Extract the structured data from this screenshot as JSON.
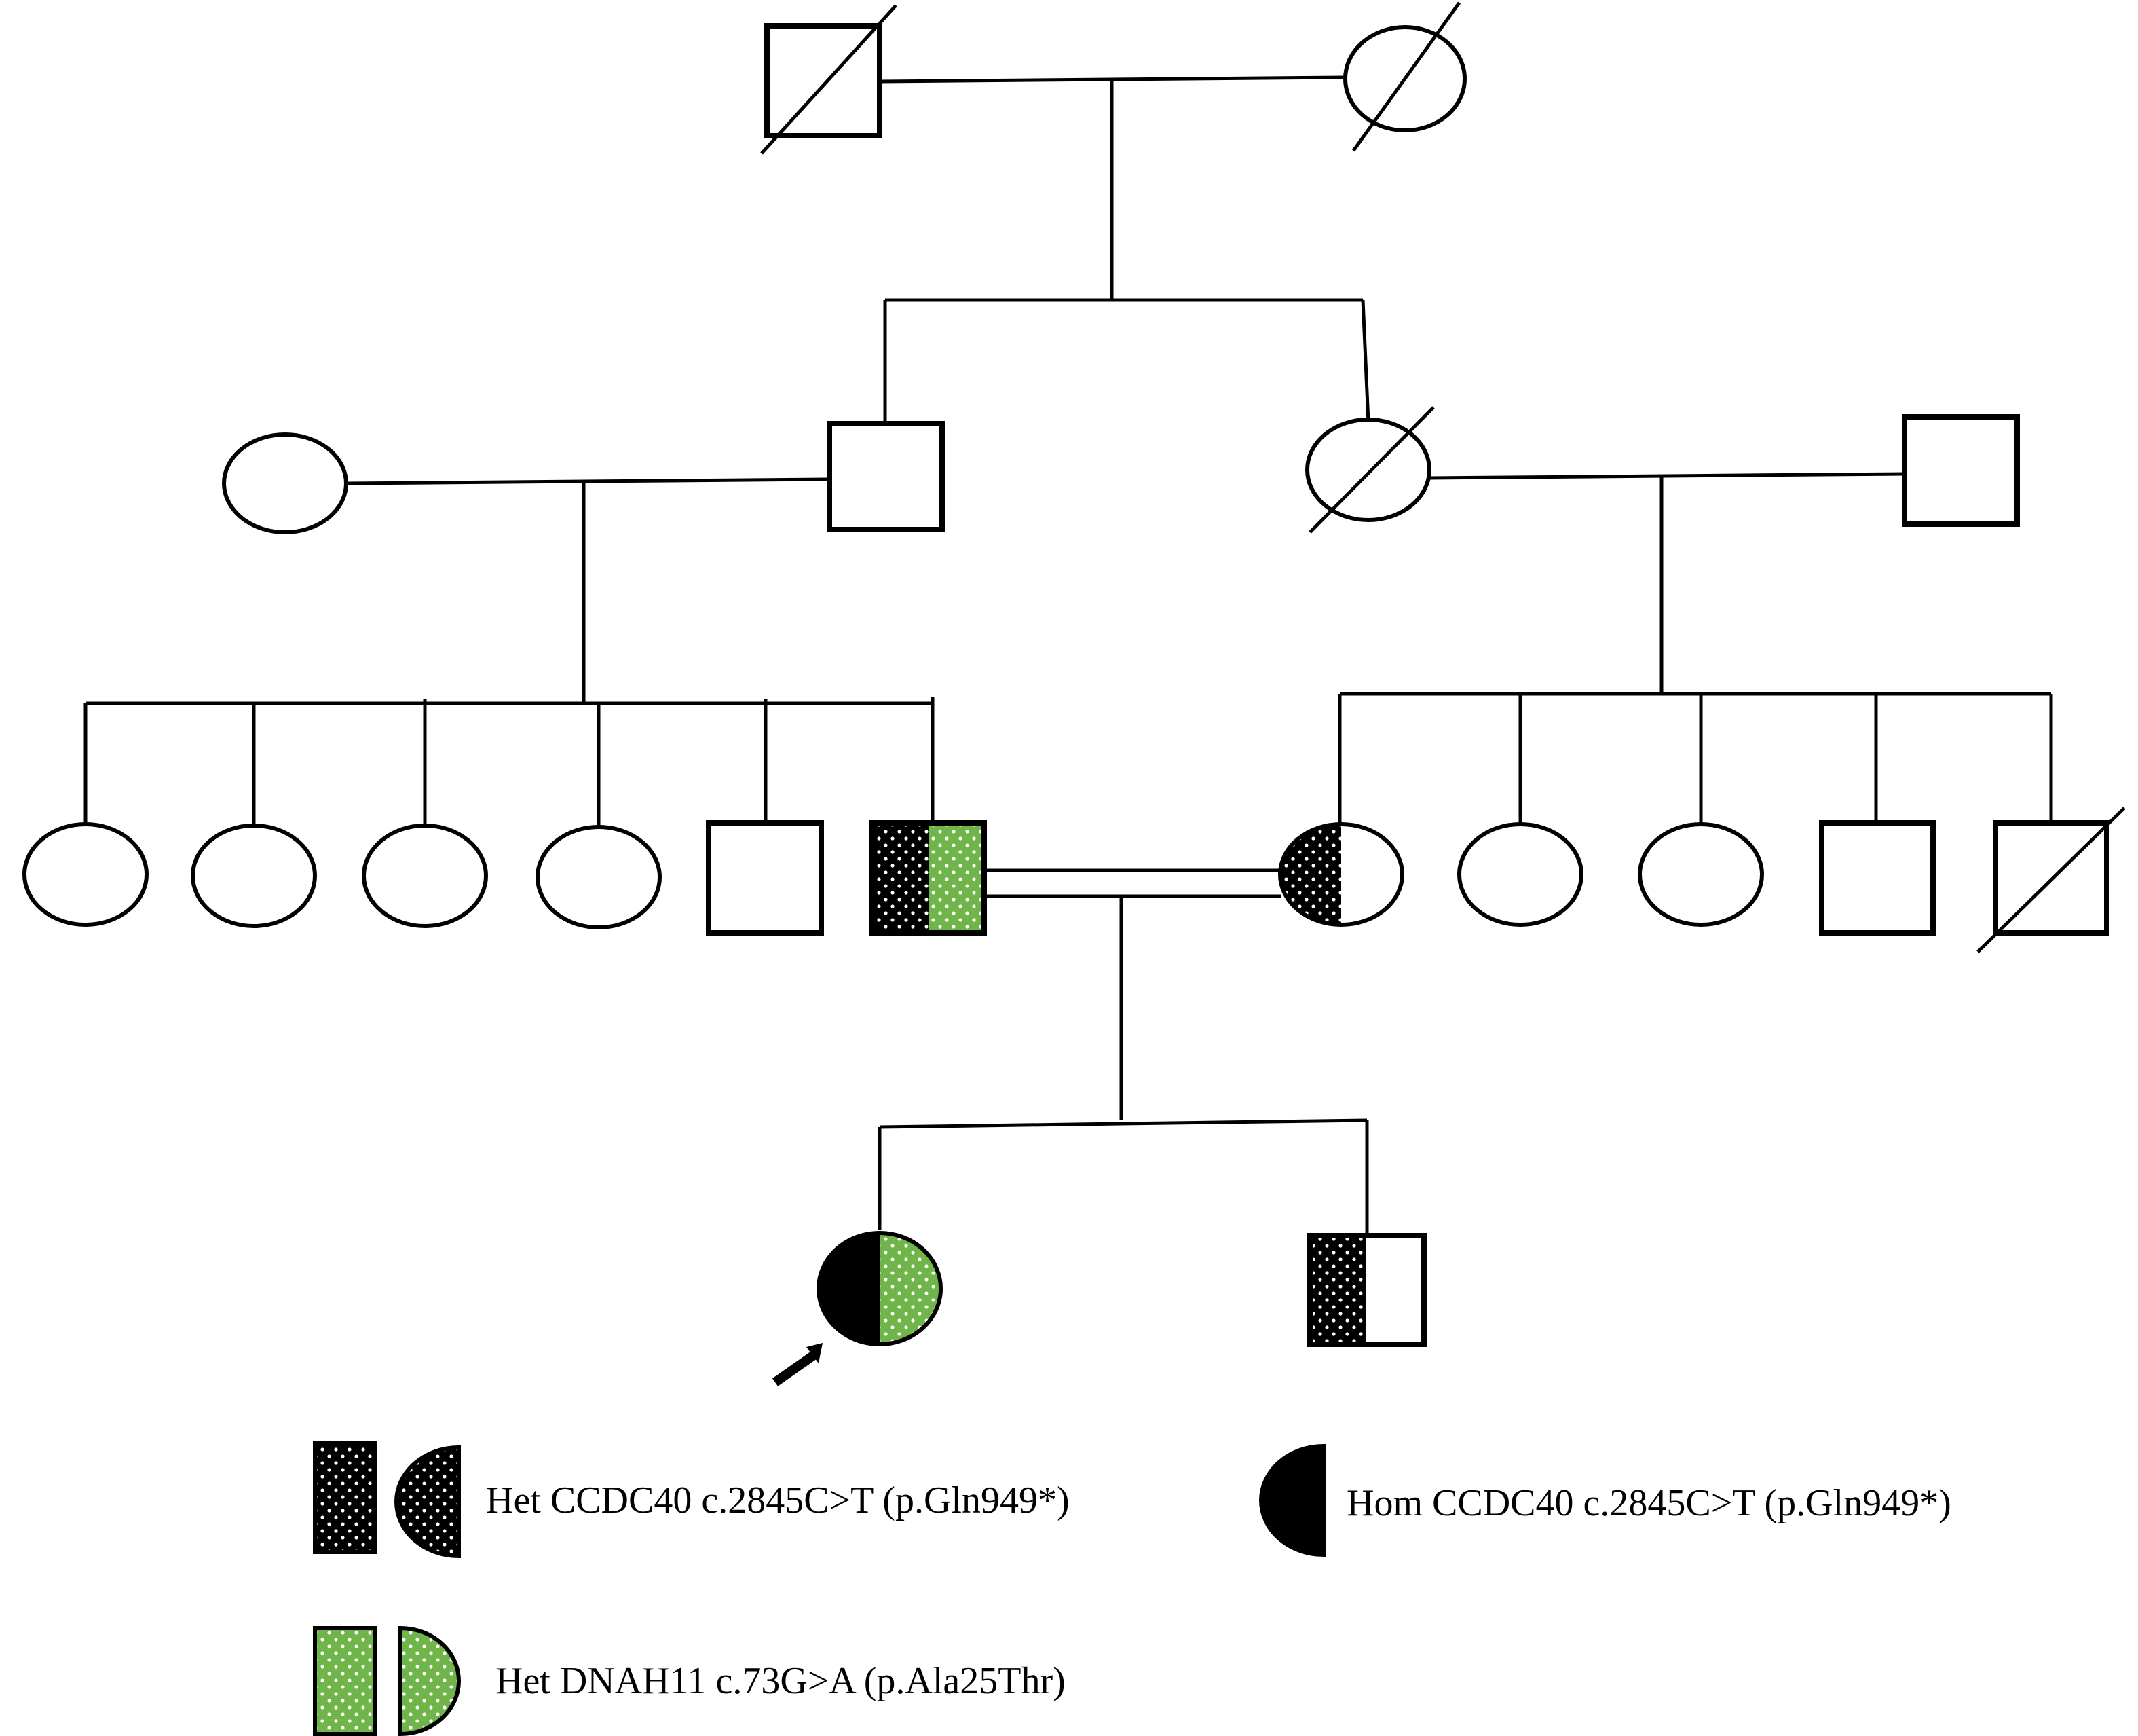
{
  "legend": {
    "het_ccdc40": "Het CCDC40 c.2845C>T (p.Gln949*)",
    "hom_ccdc40": "Hom CCDC40 c.2845C>T (p.Gln949*)",
    "het_dnah11": "Het DNAH11 c.73G>A (p.Ala25Thr)"
  },
  "colors": {
    "line": "#000000",
    "dnah11_fill": "#6fb54a",
    "ccdc40_fill": "#000000",
    "stipple": "#ffffff"
  }
}
